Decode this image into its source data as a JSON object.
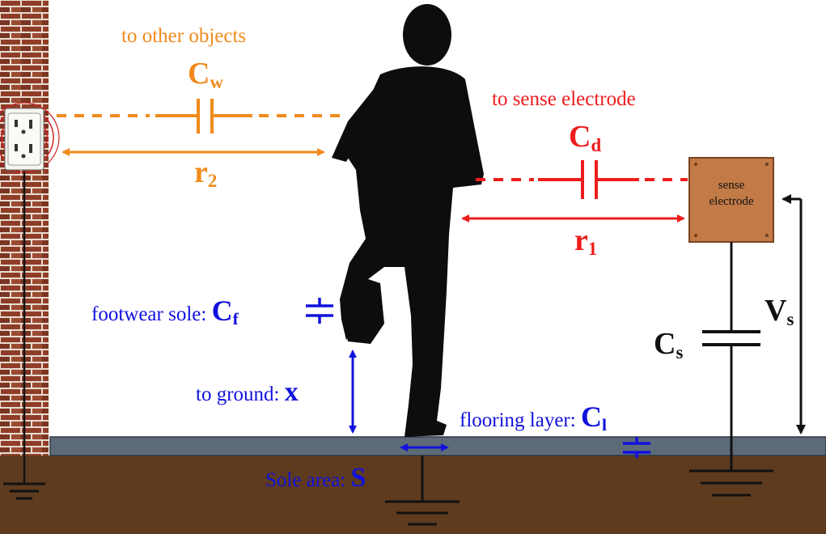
{
  "labels": {
    "to_other_objects": "to other objects",
    "to_sense_electrode": "to sense electrode",
    "footwear_sole": "footwear sole: ",
    "to_ground": "to ground: ",
    "flooring_layer": "flooring layer: ",
    "sole_area": "Sole area: ",
    "sense_electrode_line1": "sense",
    "sense_electrode_line2": "electrode"
  },
  "symbols": {
    "cw": {
      "main": "C",
      "sub": "w"
    },
    "cd": {
      "main": "C",
      "sub": "d"
    },
    "r2": {
      "main": "r",
      "sub": "2"
    },
    "r1": {
      "main": "r",
      "sub": "1"
    },
    "cf": {
      "main": "C",
      "sub": "f"
    },
    "x": "x",
    "cl": {
      "main": "C",
      "sub": "l"
    },
    "s": "S",
    "cs": {
      "main": "C",
      "sub": "s"
    },
    "vs": {
      "main": "V",
      "sub": "s"
    }
  },
  "colors": {
    "orange": "#f08a1c",
    "red": "#ee1c1c",
    "blue": "#1111dd",
    "floor": "#5d6b79",
    "ground": "#5e3b1f",
    "electrode": "#c27a46",
    "brick": "#8a3b27"
  },
  "icons": [
    "wall-outlet-icon",
    "person-silhouette",
    "ground-symbol-icon",
    "capacitor-icon",
    "sense-electrode-plate"
  ]
}
